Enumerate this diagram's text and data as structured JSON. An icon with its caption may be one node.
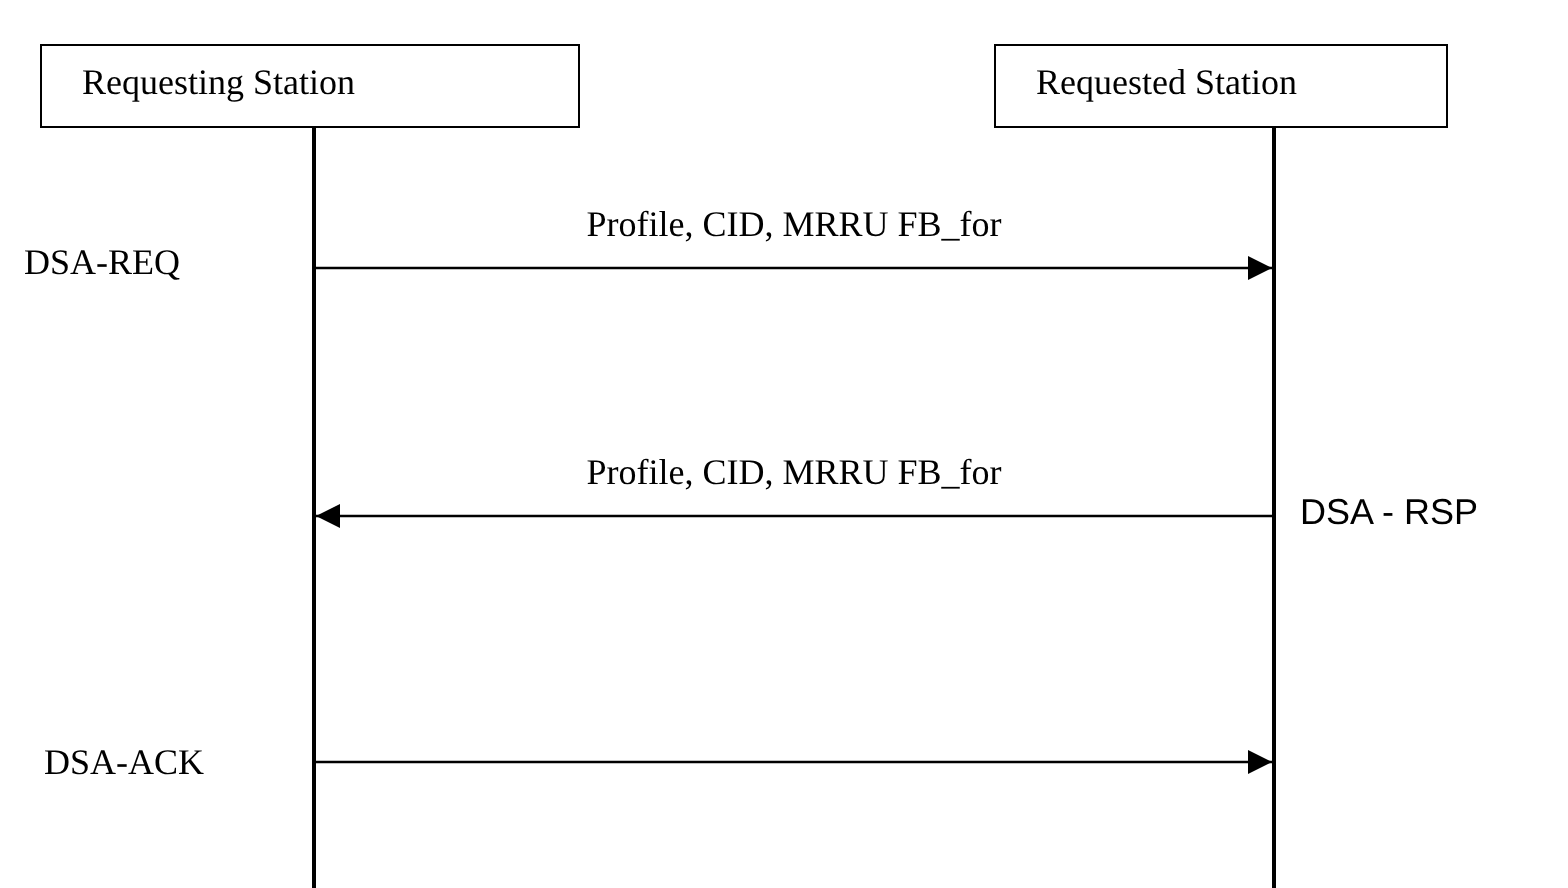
{
  "diagram": {
    "nodes": [
      {
        "text": [
          "Requesting Station"
        ]
      },
      {
        "text": [
          "Requested Station"
        ]
      },
      {
        "text": [],
        "shape": "bar"
      },
      {
        "text": [],
        "shape": "bar"
      }
    ],
    "edges": [
      {
        "from": 2,
        "to": 3,
        "arrow": "to",
        "label": "Profile, CID, MRRU FB_for"
      },
      {
        "from": 3,
        "to": 2,
        "arrow": "to",
        "label": "Profile, CID, MRRU FB_for"
      },
      {
        "from": 2,
        "to": 3,
        "arrow": "to"
      }
    ],
    "labels": [
      "DSA-REQ",
      "DSA - RSP",
      "DSA-ACK"
    ]
  }
}
